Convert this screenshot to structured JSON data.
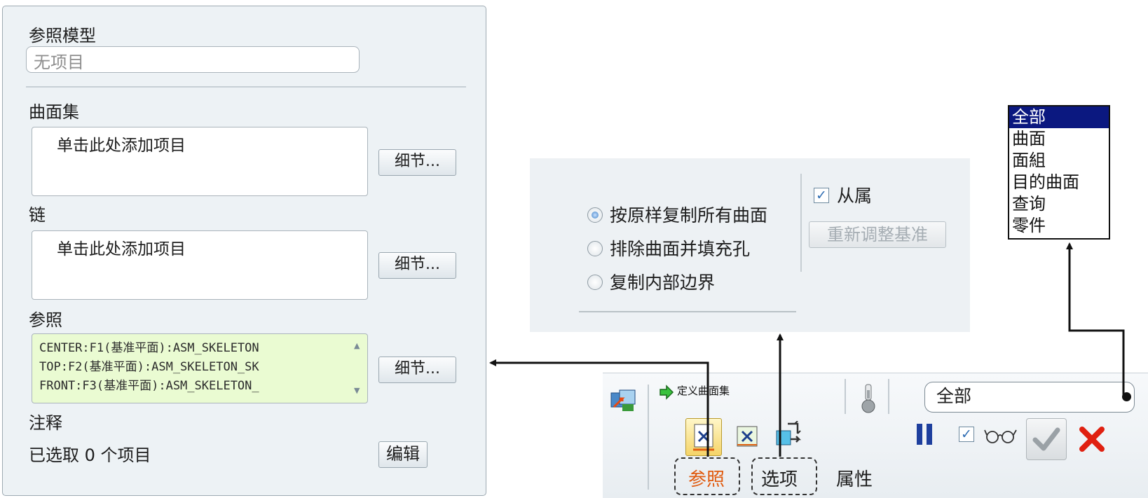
{
  "refpanel": {
    "ref_model_label": "参照模型",
    "ref_model_placeholder": "无项目",
    "surface_set_label": "曲面集",
    "surface_set_hint": "单击此处添加项目",
    "chain_label": "链",
    "chain_hint": "单击此处添加项目",
    "refs_label": "参照",
    "refs": [
      "CENTER:F1(基准平面):ASM_SKELETON",
      "TOP:F2(基准平面):ASM_SKELETON_SK",
      "FRONT:F3(基准平面):ASM_SKELETON_"
    ],
    "details_button": "细节...",
    "notes_label": "注释",
    "selected_text": "已选取 0 个项目",
    "edit_button": "编辑"
  },
  "options": {
    "radio_items": [
      {
        "label": "按原样复制所有曲面",
        "selected": true
      },
      {
        "label": "排除曲面并填充孔",
        "selected": false
      },
      {
        "label": "复制内部边界",
        "selected": false
      }
    ],
    "dependent_label": "从属",
    "dependent_checked": true,
    "readjust_button": "重新调整基准"
  },
  "dropdown": {
    "items": [
      "全部",
      "曲面",
      "面組",
      "目的曲面",
      "查询",
      "零件"
    ],
    "selected": "全部"
  },
  "dashboard": {
    "define_surface_set": "定义曲面集",
    "filter_value": "全部",
    "tabs": [
      "参照",
      "选项",
      "属性"
    ],
    "active_tab": "参照",
    "colors": {
      "active_tab": "#e05a0e",
      "cancel": "#e02010",
      "pause": "#1e3f9e"
    }
  }
}
